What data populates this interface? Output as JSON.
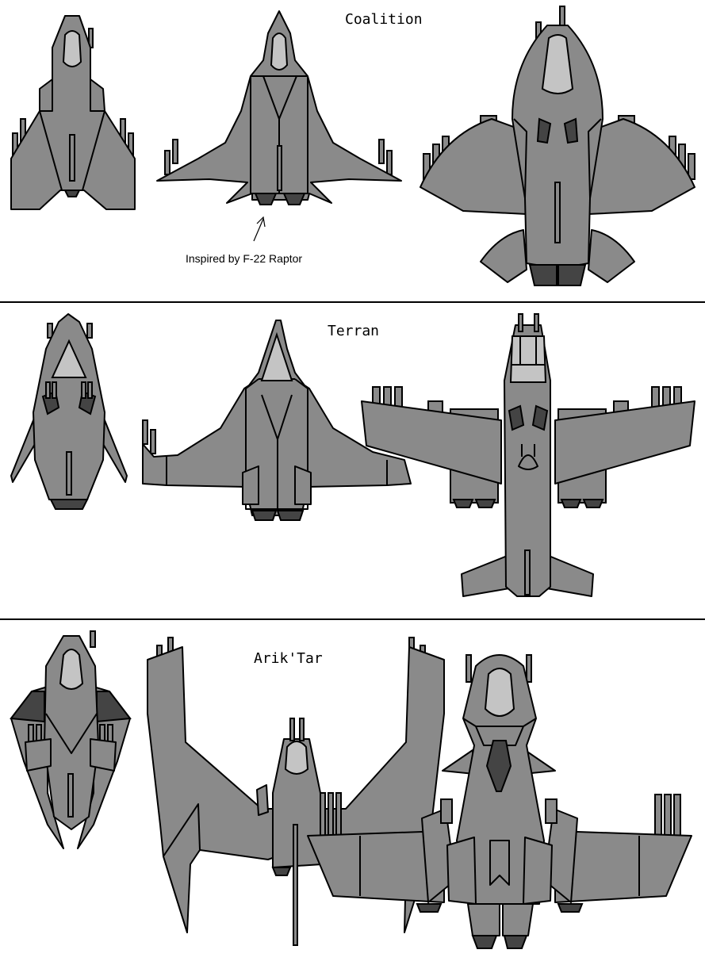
{
  "sections": [
    {
      "title": "Coalition"
    },
    {
      "title": "Terran"
    },
    {
      "title": "Arik'Tar"
    }
  ],
  "annotation": {
    "text": "Inspired by F-22 Raptor"
  },
  "colors": {
    "background": "#ffffff",
    "hull": "#8a8a8a",
    "canopy": "#c4c4c4",
    "engine": "#444444",
    "outline": "#000000"
  }
}
